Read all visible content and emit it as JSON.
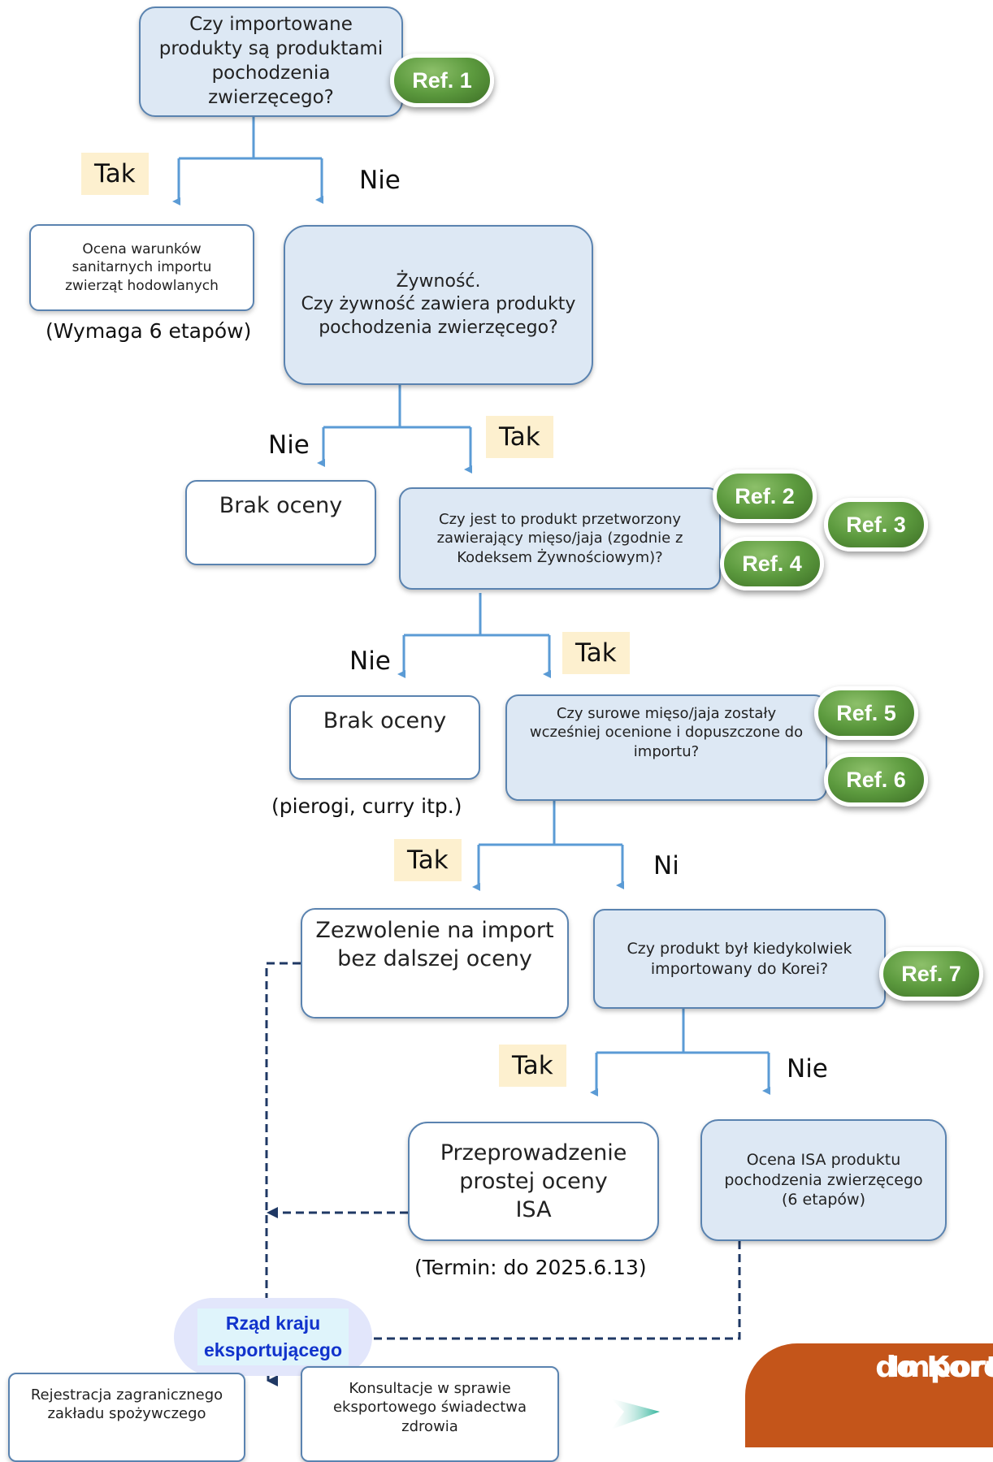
{
  "q_animal_origin": "Czy importowane produkty są produktami pochodzenia zwierzęcego?",
  "tak": "Tak",
  "nie": "Nie",
  "ni": "Ni",
  "livestock_box": "Ocena warunków sanitarnych importu zwierząt hodowlanych",
  "livestock_note": "(Wymaga 6 etapów)",
  "food_box": {
    "line1": "Żywność.",
    "line2": "Czy żywność zawiera produkty pochodzenia zwierzęcego?"
  },
  "no_assessment": "Brak oceny",
  "q_processed": "Czy jest to produkt przetworzony zawierający mięso/jaja (zgodnie z Kodeksem Żywnościowym)?",
  "no_assessment_note": "(pierogi, curry itp.)",
  "q_raw_assessed": "Czy surowe mięso/jaja zostały wcześniej ocenione i dopuszczone do importu?",
  "permit_box": "Zezwolenie na import bez dalszej oceny",
  "q_imported_before": "Czy produkt był kiedykolwiek importowany do Korei?",
  "simple_isa": "Przeprowadzenie prostej oceny ISA",
  "simple_isa_note": "(Termin: do 2025.6.13)",
  "isa_6_steps": "Ocena ISA produktu pochodzenia zwierzęcego (6 etapów)",
  "exporting_gov": {
    "line1": "Rząd kraju",
    "line2": "eksportującego"
  },
  "registration_box": "Rejestracja zagranicznego zakładu spożywczego",
  "consultation_box": "Konsultacje w sprawie eksportowego świadectwa zdrowia",
  "import_korea": {
    "line1": "Import",
    "line2": "do Korei"
  },
  "refs": [
    "Ref. 1",
    "Ref. 2",
    "Ref. 3",
    "Ref. 4",
    "Ref. 5",
    "Ref. 6",
    "Ref. 7"
  ],
  "colors": {
    "box_fill": "#dde8f4",
    "box_border": "#5a83b0",
    "arrow": "#5b9bd5",
    "dashed": "#1f3864",
    "ref_badge": "#5c9a3e",
    "highlight": "#fdf0cf",
    "import_box": "#c4551a",
    "gov_text": "#1133cc"
  }
}
